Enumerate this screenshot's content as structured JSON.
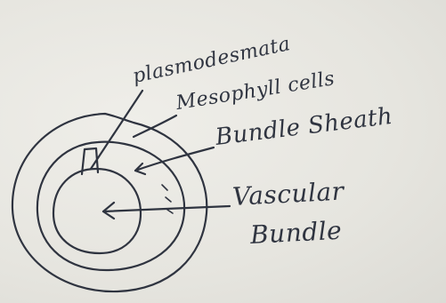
{
  "labels": {
    "plasmodesmata": "plasmodesmata",
    "mesophyll": "Mesophyll cells",
    "bundle_sheath": "Bundle Sheath",
    "vascular_line1": "Vascular",
    "vascular_line2": "Bundle"
  },
  "colors": {
    "paper": "#e9e8e3",
    "ink": "#2f3440"
  }
}
